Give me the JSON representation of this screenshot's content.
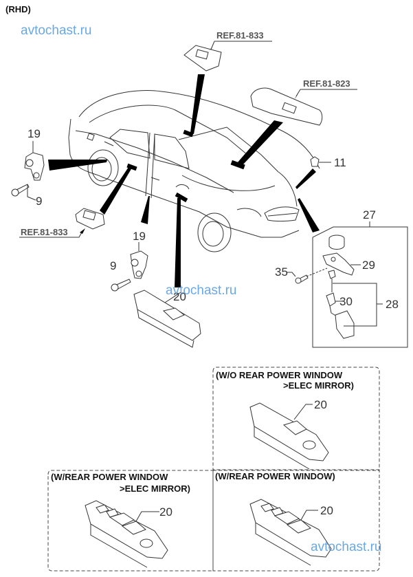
{
  "header": {
    "variant": "(RHD)"
  },
  "watermarks": [
    "avtochast.ru",
    "avtochast.ru",
    "avtochast.ru"
  ],
  "references": [
    {
      "id": "ref-top",
      "label": "REF.81-833"
    },
    {
      "id": "ref-right",
      "label": "REF.81-823"
    },
    {
      "id": "ref-left",
      "label": "REF.81-833"
    }
  ],
  "callouts": {
    "c19a": "19",
    "c9a": "9",
    "c19b": "19",
    "c9b": "9",
    "c20": "20",
    "c11": "11",
    "c27": "27",
    "c29": "29",
    "c35": "35",
    "c30": "30",
    "c28": "28"
  },
  "variants": [
    {
      "title_line1": "(W/O REAR POWER WINDOW",
      "title_line2": ">ELEC MIRROR)",
      "part": "20"
    },
    {
      "title_line1": "(W/REAR POWER WINDOW",
      "title_line2": ">ELEC MIRROR)",
      "part": "20"
    },
    {
      "title_line1": "(W/REAR POWER WINDOW)",
      "title_line2": "",
      "part": "20"
    }
  ]
}
